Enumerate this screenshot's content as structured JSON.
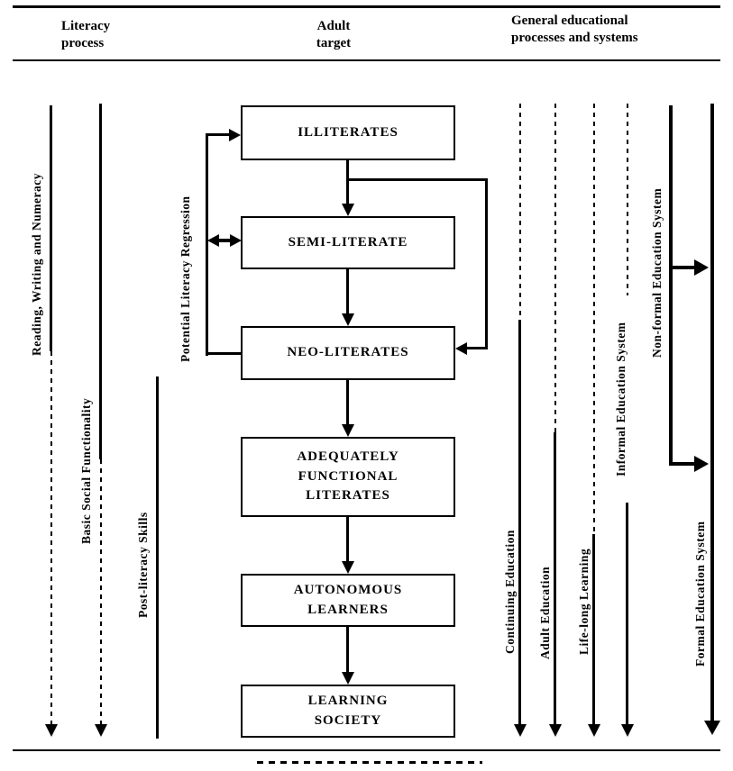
{
  "header": {
    "columns": [
      {
        "label": [
          "Literacy",
          "process"
        ]
      },
      {
        "label": [
          "Adult",
          "target"
        ]
      },
      {
        "label": [
          "General educational",
          "processes and systems"
        ]
      }
    ]
  },
  "flow": {
    "boxes": [
      {
        "label": "ILLITERATES"
      },
      {
        "label": "SEMI-LITERATE"
      },
      {
        "label": "NEO-LITERATES"
      },
      {
        "label": [
          "ADEQUATELY",
          "FUNCTIONAL",
          "LITERATES"
        ]
      },
      {
        "label": [
          "AUTONOMOUS",
          "LEARNERS"
        ]
      },
      {
        "label": [
          "LEARNING",
          "SOCIETY"
        ]
      }
    ],
    "regression_label": "Potential Literacy Regression"
  },
  "literacy_process_tracks": [
    {
      "label": "Reading, Writing and Numeracy",
      "line_style": "solid-then-dashed",
      "arrow": true
    },
    {
      "label": "Basic Social Functionality",
      "line_style": "solid-then-dashed",
      "arrow": true
    },
    {
      "label": "Post-literacy Skills",
      "line_style": "solid",
      "arrow": false
    }
  ],
  "education_tracks": [
    {
      "label": "Continuing Education",
      "line_style": "dashed-then-solid",
      "arrow": true
    },
    {
      "label": "Adult Education",
      "line_style": "dashed-then-solid",
      "arrow": true
    },
    {
      "label": "Life-long Learning",
      "line_style": "dashed-then-solid",
      "arrow": true
    },
    {
      "label": "Informal Education System",
      "line_style": "dashed-then-solid",
      "arrow": true
    },
    {
      "label": "Non-formal Education System",
      "line_style": "solid",
      "arrow": false,
      "branches_into": "Formal Education System"
    },
    {
      "label": "Formal Education System",
      "line_style": "solid",
      "arrow": true
    }
  ],
  "colors": {
    "ink": "#000000",
    "background": "#ffffff"
  }
}
